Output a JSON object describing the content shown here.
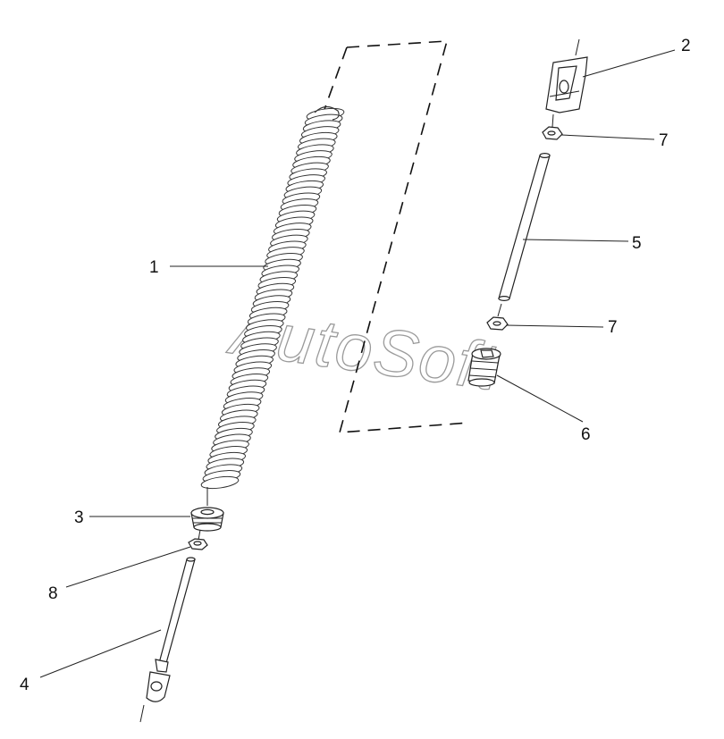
{
  "diagram": {
    "watermark": "AutoSoft",
    "callouts": {
      "c1": "1",
      "c2": "2",
      "c3": "3",
      "c4": "4",
      "c5": "5",
      "c6": "6",
      "c7a": "7",
      "c7b": "7",
      "c8": "8"
    },
    "parts": [
      "coil-spring",
      "clevis-fork",
      "spring-seat-lower",
      "eye-rod",
      "pull-rod",
      "spring-seat-upper",
      "hex-nut",
      "hex-nut-lower"
    ]
  }
}
